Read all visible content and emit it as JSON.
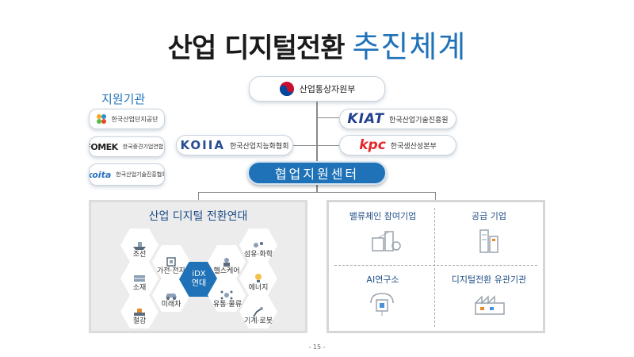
{
  "title": {
    "main": "산업 디지털전환",
    "accent": "추진체계"
  },
  "top_org": {
    "name": "산업통상자원부"
  },
  "right_orgs": [
    {
      "logo": "KIAT",
      "name": "한국산업기술진흥원"
    },
    {
      "logo": "kpc",
      "name": "한국생산성본부"
    }
  ],
  "left_org": {
    "logo": "KOIIA",
    "name": "한국산업지능화협회"
  },
  "support": {
    "title": "지원기관",
    "items": [
      {
        "name": "한국산업단지공단"
      },
      {
        "logo": "FOMEK",
        "name": "한국중견기업연합회"
      },
      {
        "logo": "koita",
        "name": "한국산업기술진흥협회"
      }
    ]
  },
  "center": {
    "label": "협업지원센터"
  },
  "alliance": {
    "title": "산업 디지털 전환연대",
    "center_line1": "iDX",
    "center_line2": "연대",
    "sectors": [
      "조선",
      "소재",
      "철강",
      "가전·전자",
      "미래차",
      "헬스케어",
      "유통·물류",
      "섬유·화학",
      "에너지",
      "기계·로봇"
    ]
  },
  "partners": {
    "items": [
      "밸류체인 참여기업",
      "공급 기업",
      "AI연구소",
      "디지털전환 유관기관"
    ]
  },
  "page": {
    "number": "- 15 -"
  },
  "colors": {
    "accent": "#1f72b8",
    "navy": "#1f4e86",
    "kpc_red": "#e3262a"
  }
}
